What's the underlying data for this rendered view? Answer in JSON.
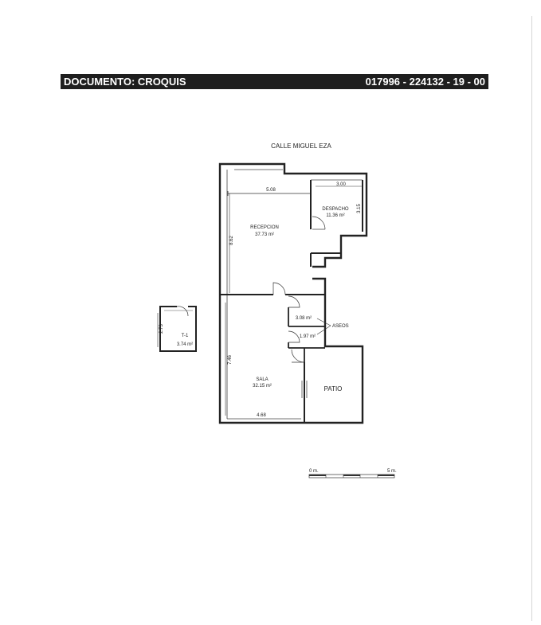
{
  "header": {
    "title": "DOCUMENTO: CROQUIS",
    "reference": "017996 - 224132 - 19 - 00"
  },
  "plan": {
    "street": "CALLE MIGUEL EZA",
    "rooms": {
      "reception": {
        "name": "RECEPCION",
        "area": "37.73 m²"
      },
      "office": {
        "name": "DESPACHO",
        "area": "11.36 m²"
      },
      "living": {
        "name": "SALA",
        "area": "32.15 m²"
      },
      "patio": {
        "name": "PATIO"
      },
      "toilets": {
        "name": "ASEOS",
        "area_upper": "3.08 m²",
        "area_lower": "1.97 m²"
      },
      "annex": {
        "name": "T-1",
        "area": "3.74 m²"
      }
    },
    "dimensions": {
      "reception_width": "5.08",
      "reception_depth": "8.62",
      "office_width": "3.00",
      "office_depth": "3.15",
      "living_depth": "7.46",
      "living_width": "4.68",
      "annex_depth": "2.73"
    },
    "scale": {
      "start": "0 m.",
      "end": "5 m."
    }
  }
}
